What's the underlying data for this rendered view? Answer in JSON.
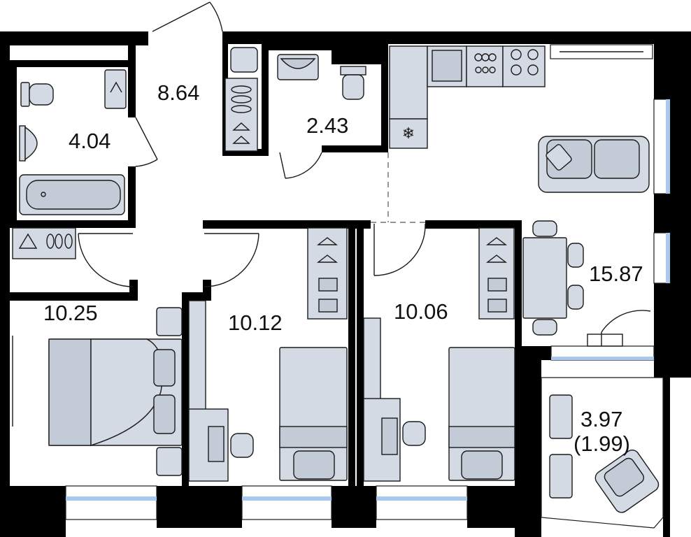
{
  "rooms": {
    "bathroom": "4.04",
    "hallway": "8.64",
    "wc": "2.43",
    "kitchen_living": "15.87",
    "bedroom_main": "10.25",
    "bedroom_2": "10.12",
    "bedroom_3": "10.06",
    "balcony_area": "3.97",
    "balcony_reduced": "(1.99)"
  },
  "colors": {
    "wall": "#000000",
    "furniture": "#d3dae4",
    "window_glass": "#a9c8ec"
  }
}
